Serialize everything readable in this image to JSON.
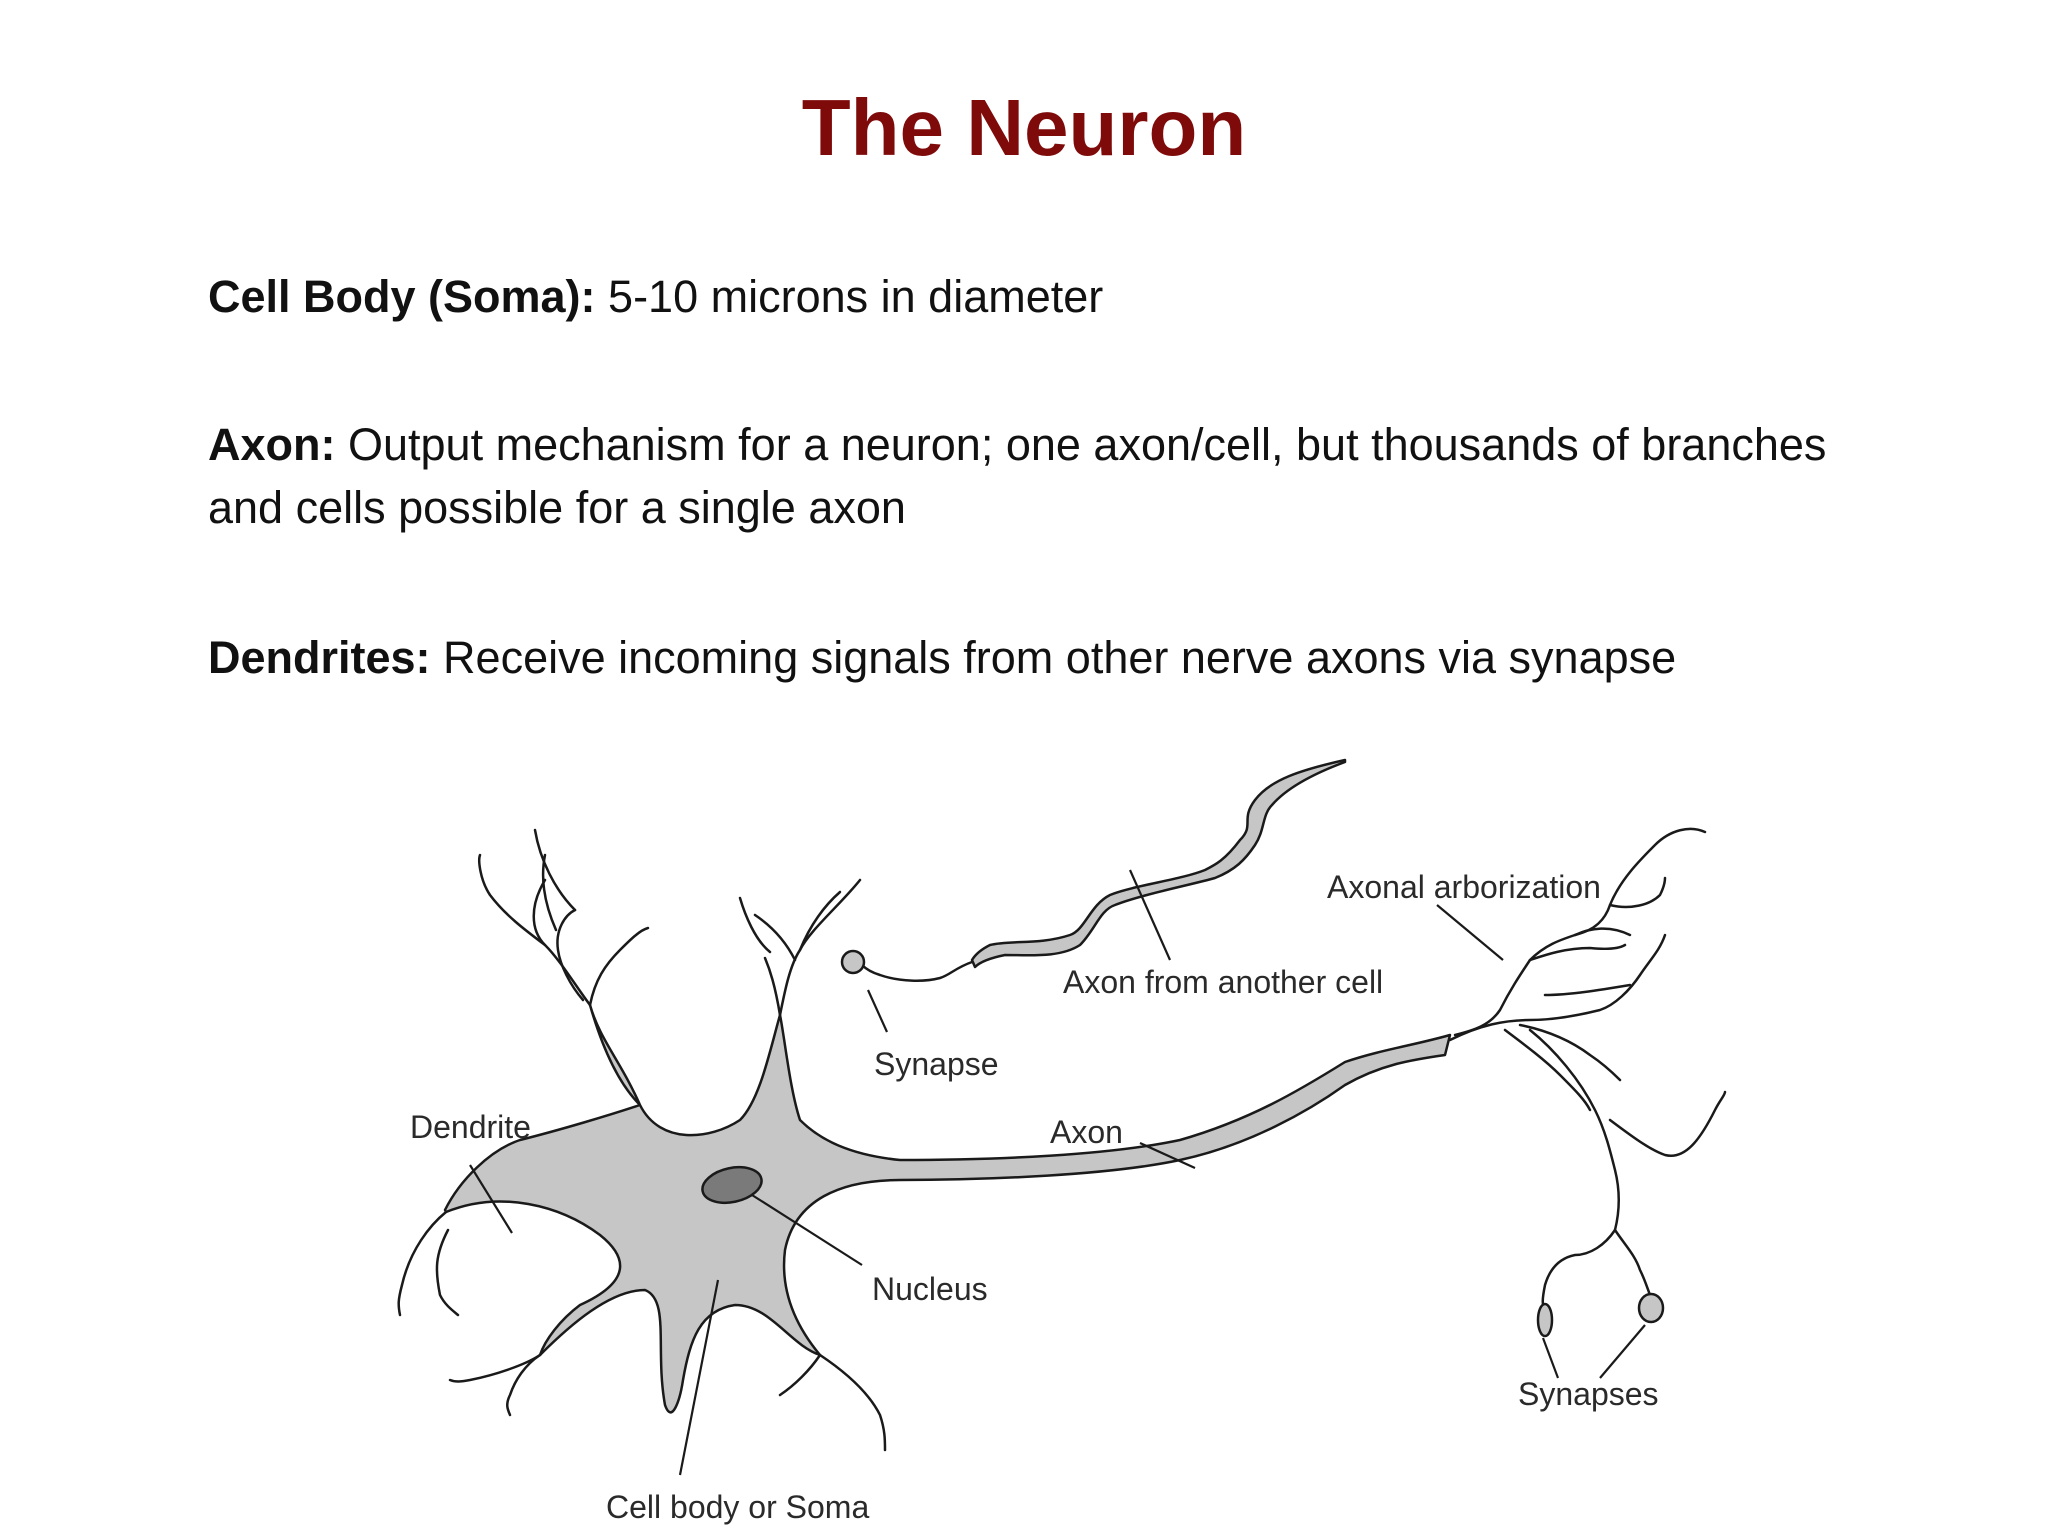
{
  "slide": {
    "title": "The Neuron"
  },
  "bullets": {
    "soma": {
      "term": "Cell Body (Soma):",
      "text": " 5-10 microns in diameter"
    },
    "axon": {
      "term": "Axon:",
      "text": " Output mechanism for a neuron; one axon/cell, but thousands of branches and cells possible for a single axon"
    },
    "dendrites": {
      "term": "Dendrites:",
      "text": " Receive incoming signals from other nerve axons via synapse"
    }
  },
  "diagram": {
    "labels": {
      "dendrite": "Dendrite",
      "synapse": "Synapse",
      "axon_from_another_cell": "Axon from another cell",
      "axonal_arborization": "Axonal arborization",
      "axon": "Axon",
      "nucleus": "Nucleus",
      "synapses": "Synapses",
      "cell_body": "Cell body or Soma"
    },
    "colors": {
      "title": "#7f0a0a",
      "cell_fill": "#c6c6c6",
      "nucleus_fill": "#7a7a7a"
    }
  }
}
